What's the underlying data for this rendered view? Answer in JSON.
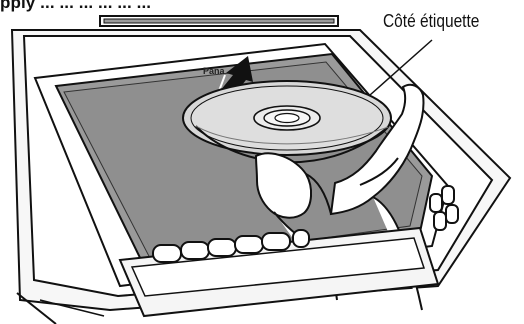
{
  "top_text": "pply ... ... ... ... ... ...",
  "callout_label": "Côté étiquette",
  "brand_text": "Pana",
  "colors": {
    "ink": "#111111",
    "screen_gray": "#9a9a9a",
    "disc_gray": "#d8d8d8",
    "bezel": "#ffffff"
  },
  "icons": {
    "arrow": "insert-direction-arrow",
    "disc": "cd-disc",
    "hand": "hand"
  }
}
